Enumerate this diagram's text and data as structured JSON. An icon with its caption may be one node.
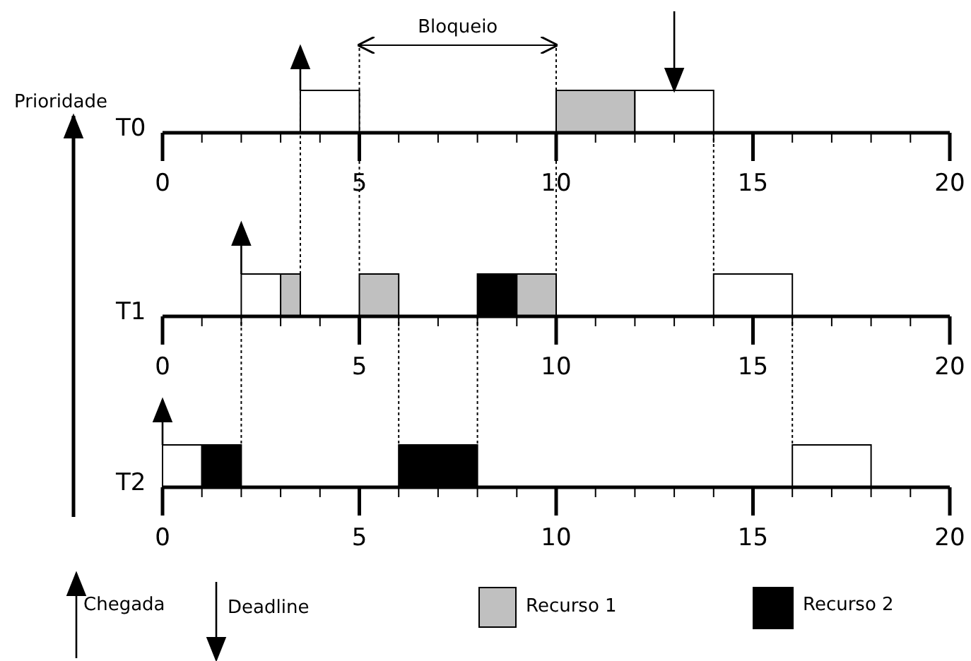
{
  "diagram": {
    "labels": [
      "Bloqueio",
      "Prioridade",
      "T0",
      "0",
      "5",
      "10",
      "15",
      "20",
      "T1",
      "0",
      "5",
      "10",
      "15",
      "20",
      "T2",
      "0",
      "5",
      "10",
      "15",
      "20"
    ],
    "legend": [
      {
        "text": "Chegada"
      },
      {
        "text": "Deadline"
      },
      {
        "text": "Recurso 1",
        "color": "#c0c0c0"
      },
      {
        "text": "Recurso 2",
        "color": "#000000"
      }
    ]
  }
}
